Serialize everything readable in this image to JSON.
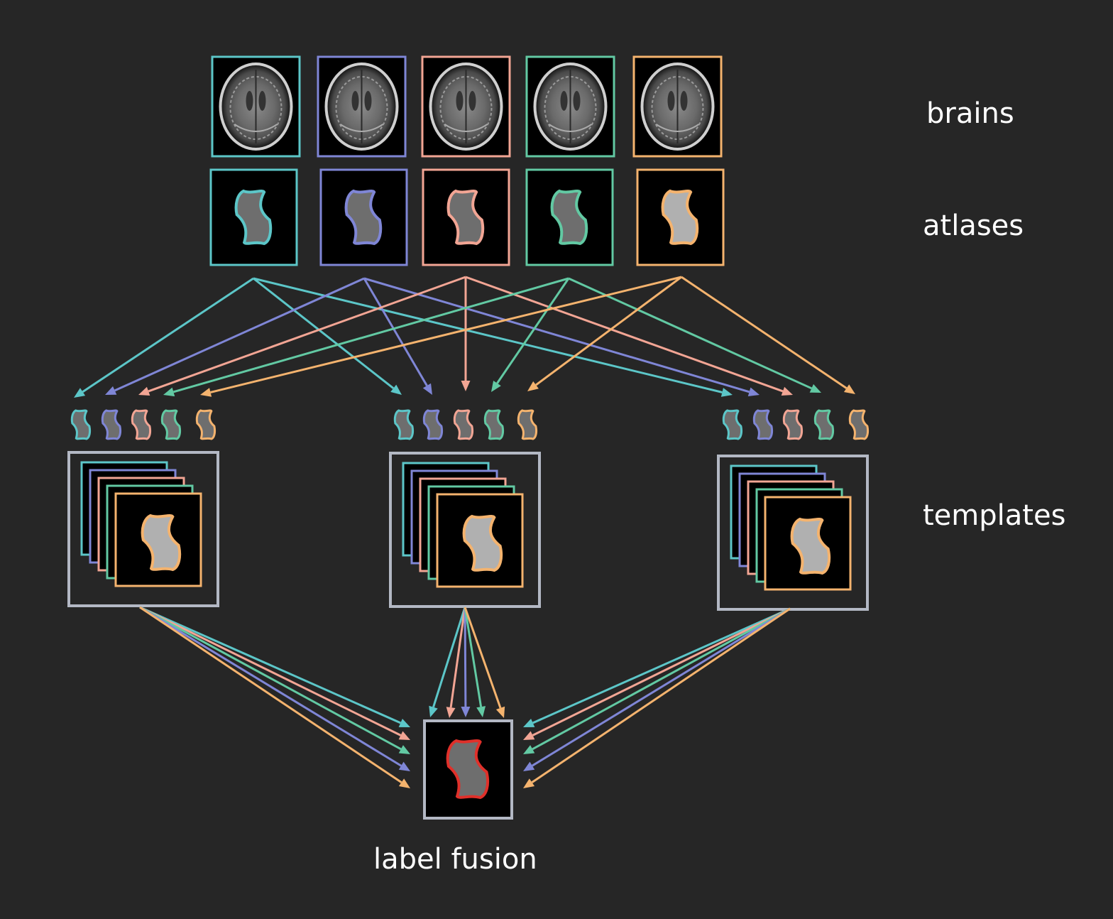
{
  "labels": {
    "brains": "brains",
    "atlases": "atlases",
    "templates": "templates",
    "fusion": "label fusion"
  },
  "colors": {
    "background": "#262626",
    "atlas_colors": [
      "#5cc6c8",
      "#7f86d6",
      "#f2a594",
      "#62c9a3",
      "#f4b36e"
    ],
    "template_frame": "#b3b8c4",
    "fused_outline": "#e0302a",
    "label_fill": "#6e6e6e",
    "label_fill_light": "#b0b0b0"
  },
  "structure": {
    "atlas_count": 5,
    "template_count": 3
  }
}
